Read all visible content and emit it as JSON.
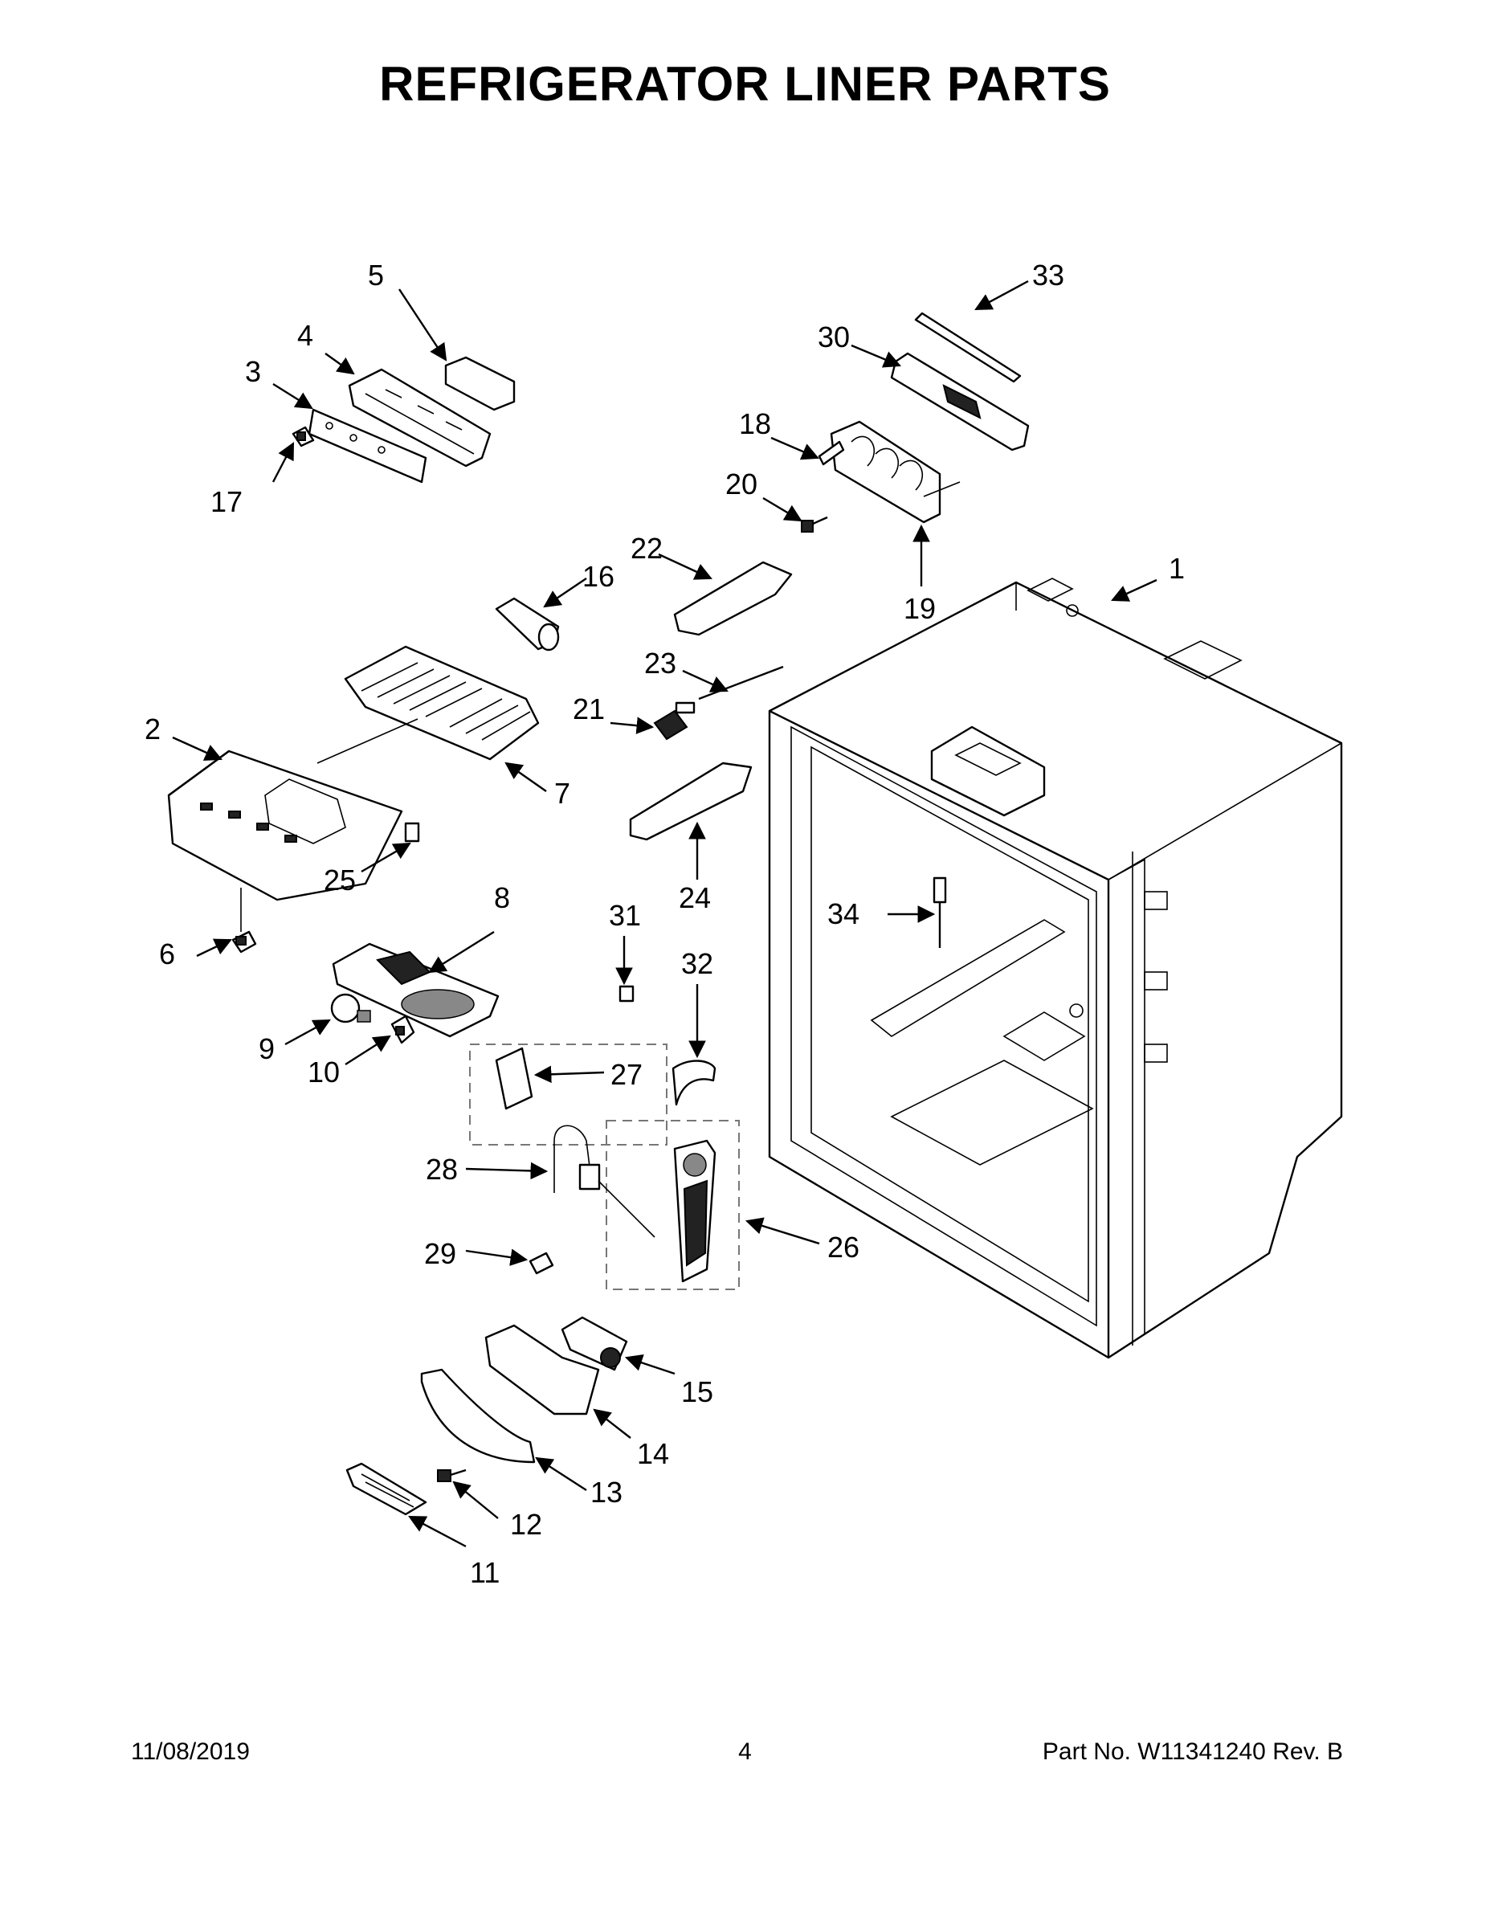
{
  "title": "REFRIGERATOR LINER PARTS",
  "footer": {
    "date": "11/08/2019",
    "page": "4",
    "part_no": "Part No.  W11341240  Rev.  B"
  },
  "callouts": [
    "1",
    "2",
    "3",
    "4",
    "5",
    "6",
    "7",
    "8",
    "9",
    "10",
    "11",
    "12",
    "13",
    "14",
    "15",
    "16",
    "17",
    "18",
    "19",
    "20",
    "21",
    "22",
    "23",
    "24",
    "25",
    "26",
    "27",
    "28",
    "29",
    "30",
    "31",
    "32",
    "33",
    "34"
  ]
}
